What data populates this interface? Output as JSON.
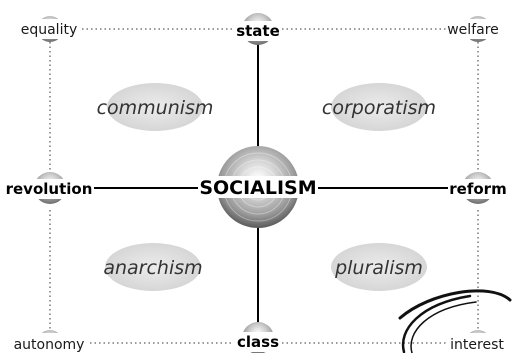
{
  "center": {
    "label": "SOCIALISM"
  },
  "corners": {
    "top_left": "equality",
    "top_right": "welfare",
    "bottom_left": "autonomy",
    "bottom_right": "interest"
  },
  "axes": {
    "top": "state",
    "bottom": "class",
    "left": "revolution",
    "right": "reform"
  },
  "ideologies": {
    "top_left": "communism",
    "top_right": "corporatism",
    "bottom_left": "anarchism",
    "bottom_right": "pluralism"
  },
  "colors": {
    "dotted_line": "#9a9a9a",
    "axis_line": "#000000",
    "bubble": "#dcdcdc",
    "sphere_light": "#ffffff",
    "sphere_dark": "#7a7a7a"
  }
}
